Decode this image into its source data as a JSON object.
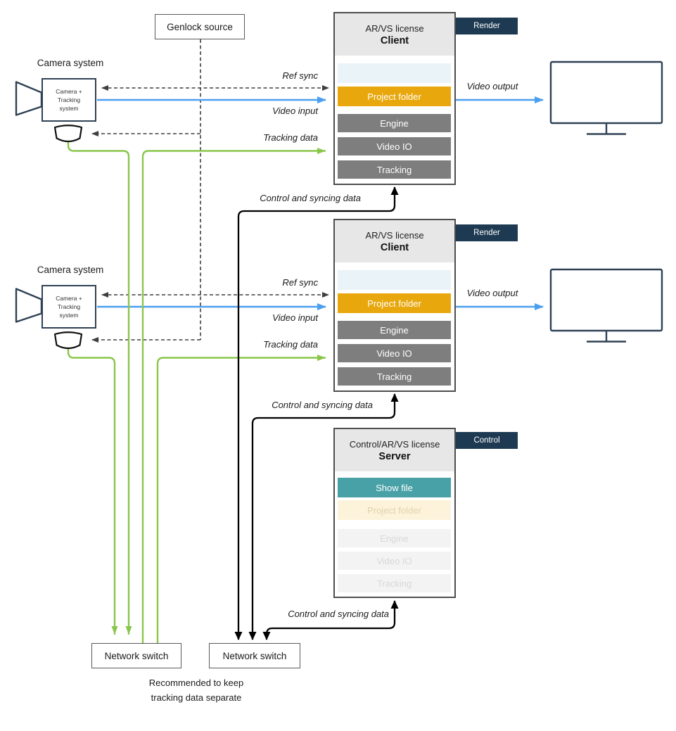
{
  "genlock": {
    "label": "Genlock source"
  },
  "cameras": [
    {
      "system_label": "Camera system",
      "device_lines": [
        "Camera +",
        "Tracking",
        "system"
      ]
    },
    {
      "system_label": "Camera system",
      "device_lines": [
        "Camera +",
        "Tracking",
        "system"
      ]
    }
  ],
  "clients": [
    {
      "license": "AR/VS license",
      "role": "Client",
      "tag": "Render",
      "modules": {
        "project_folder": "Project folder",
        "engine": "Engine",
        "video_io": "Video IO",
        "tracking": "Tracking"
      }
    },
    {
      "license": "AR/VS license",
      "role": "Client",
      "tag": "Render",
      "modules": {
        "project_folder": "Project folder",
        "engine": "Engine",
        "video_io": "Video IO",
        "tracking": "Tracking"
      }
    }
  ],
  "server": {
    "license": "Control/AR/VS license",
    "role": "Server",
    "tag": "Control",
    "modules": {
      "show_file": "Show file",
      "project_folder": "Project folder",
      "engine": "Engine",
      "video_io": "Video IO",
      "tracking": "Tracking"
    }
  },
  "switches": [
    {
      "label": "Network switch"
    },
    {
      "label": "Network switch"
    }
  ],
  "note": {
    "line1": "Recommended to keep",
    "line2": "tracking data separate"
  },
  "edge_labels": {
    "ref_sync": "Ref sync",
    "video_input": "Video input",
    "tracking_data": "Tracking data",
    "video_output": "Video output",
    "control_syncing": "Control and syncing data"
  },
  "colors": {
    "accent_orange": "#E8A70C",
    "teal": "#48A1A7",
    "navy_tag": "#1D3A52",
    "module_gray": "#7E7E7E",
    "pale_blue_bar": "#EAF3F7",
    "green_line": "#8AC64B",
    "blue_line": "#4B9FEF",
    "dashed_line": "#3F3F3F",
    "cream_bar": "#FCF3DA",
    "faded_bar": "#F3F3F3",
    "device_stroke": "#2E4154"
  }
}
